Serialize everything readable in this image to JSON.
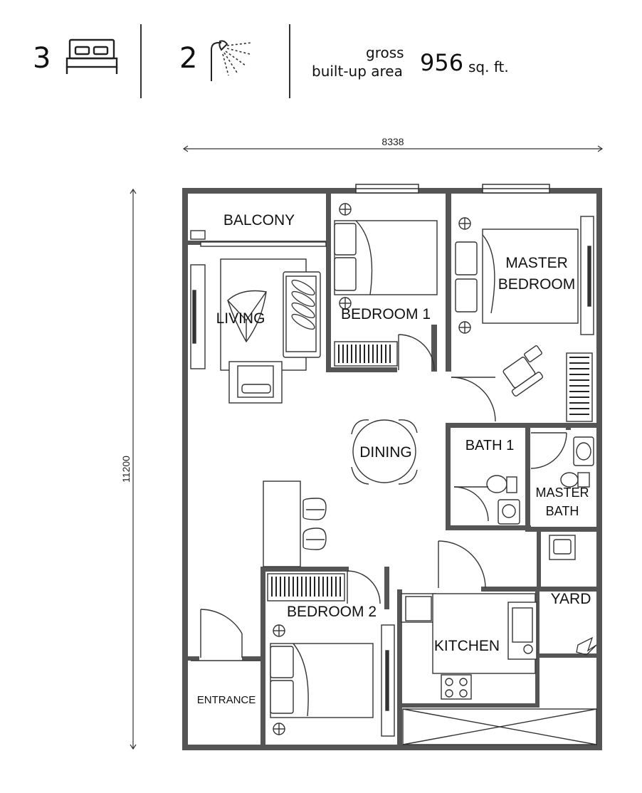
{
  "header": {
    "bedrooms": "3",
    "bathrooms": "2",
    "area_label_line1": "gross",
    "area_label_line2": "built-up area",
    "area_value": "956",
    "area_unit": "sq. ft."
  },
  "icons": {
    "bed": "bed-icon",
    "shower": "shower-icon"
  },
  "dimensions": {
    "width": "8338",
    "height": "11200"
  },
  "rooms": {
    "balcony": "BALCONY",
    "living": "LIVING",
    "bedroom1": "BEDROOM 1",
    "master_bedroom_line1": "MASTER",
    "master_bedroom_line2": "BEDROOM",
    "dining": "DINING",
    "bath1": "BATH 1",
    "master_bath_line1": "MASTER",
    "master_bath_line2": "BATH",
    "yard": "YARD",
    "bedroom2": "BEDROOM 2",
    "kitchen": "KITCHEN",
    "entrance": "ENTRANCE"
  }
}
